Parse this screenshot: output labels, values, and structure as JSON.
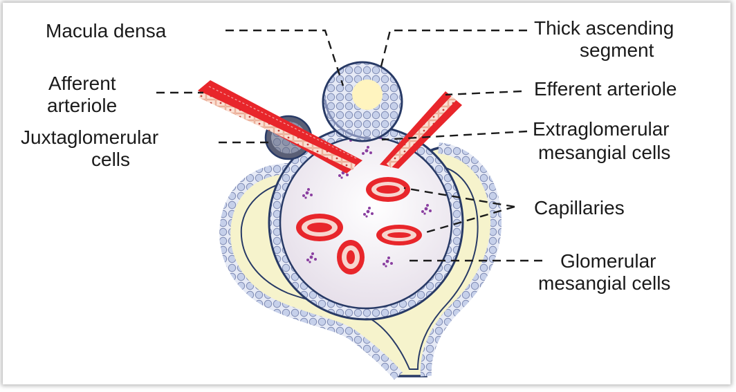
{
  "labels": {
    "macula_densa": "Macula densa",
    "thick_ascending_1": "Thick ascending",
    "thick_ascending_2": "segment",
    "afferent_1": "Afferent",
    "afferent_2": "arteriole",
    "efferent": "Efferent arteriole",
    "juxta_1": "Juxtaglomerular",
    "juxta_2": "cells",
    "extra_1": "Extraglomerular",
    "extra_2": "mesangial cells",
    "capillaries": "Capillaries",
    "glom_1": "Glomerular",
    "glom_2": "mesangial cells"
  },
  "colors": {
    "arteriole_red": "#e8262b",
    "capsule_yellow": "#f6f3cc",
    "capsule_outline": "#283a66",
    "cell_blue": "#c9d2ea",
    "tuft_fill": "#efe9f1",
    "mesangial_purple": "#8a3fa0"
  }
}
